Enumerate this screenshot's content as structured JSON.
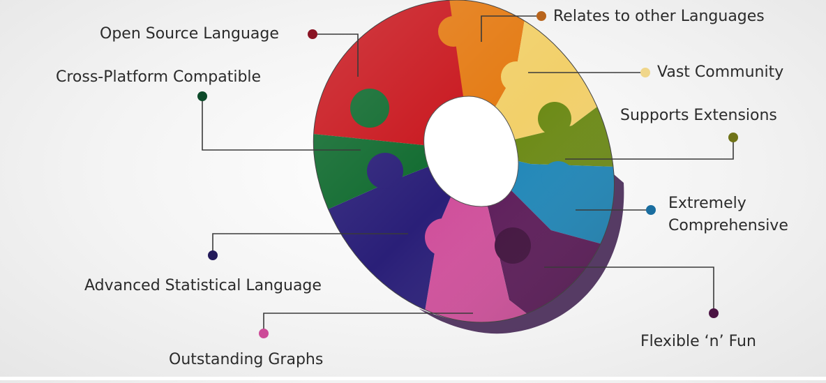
{
  "labels": {
    "open_source": "Open Source Language",
    "relates": "Relates to other Languages",
    "cross_platform": "Cross-Platform Compatible",
    "vast_community": "Vast Community",
    "supports_extensions": "Supports Extensions",
    "extremely": "Extremely",
    "comprehensive": "Comprehensive",
    "advanced_statistical": "Advanced Statistical Language",
    "flexible": "Flexible ‘n’ Fun",
    "outstanding_graphs": "Outstanding Graphs"
  },
  "colors": {
    "red": "#c8151c",
    "orange": "#e47a12",
    "yellow": "#f2d06a",
    "olive": "#6c8a16",
    "blue": "#1e86b8",
    "purple": "#5b1a58",
    "pink": "#d04f9b",
    "navy": "#2a1f78",
    "green": "#0f6a2e",
    "dot_red": "#8a1424",
    "dot_orange": "#b8641c",
    "dot_yellow": "#f0d68a",
    "dot_olive": "#6f7318",
    "dot_blue": "#1a6ea0",
    "dot_green": "#0d4a2a",
    "dot_navy": "#231a5a",
    "dot_purple": "#4b1343",
    "dot_pink": "#cc4b98"
  }
}
